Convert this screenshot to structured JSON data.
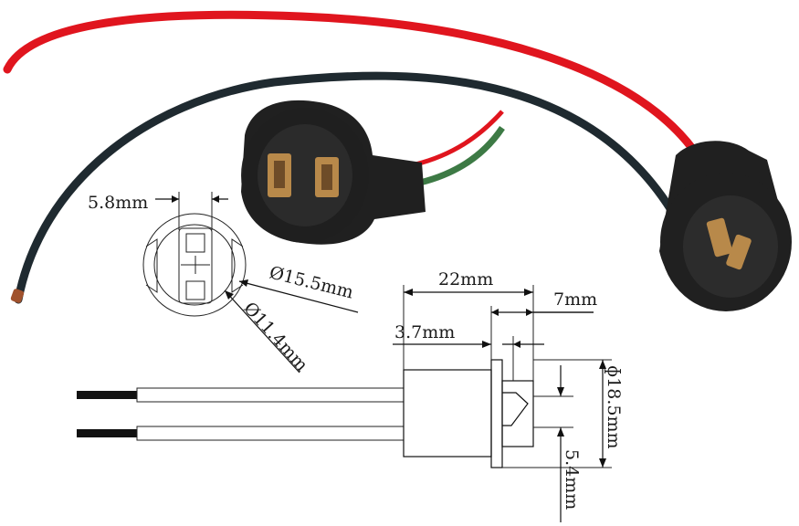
{
  "dimensions": {
    "pin_width": "5.8mm",
    "outer_diameter": "Ø15.5mm",
    "inner_diameter": "Ø11.4mm",
    "total_length": "22mm",
    "flange_offset": "3.7mm",
    "head_length": "7mm",
    "flange_diameter": "ɸ18.5mm",
    "tab_height": "5.4mm"
  },
  "colors": {
    "red_wire": "#e0151e",
    "black_wire": "#1f2a30",
    "green_wire": "#3d7a45",
    "socket_body": "#202020",
    "contact": "#b8894a"
  }
}
